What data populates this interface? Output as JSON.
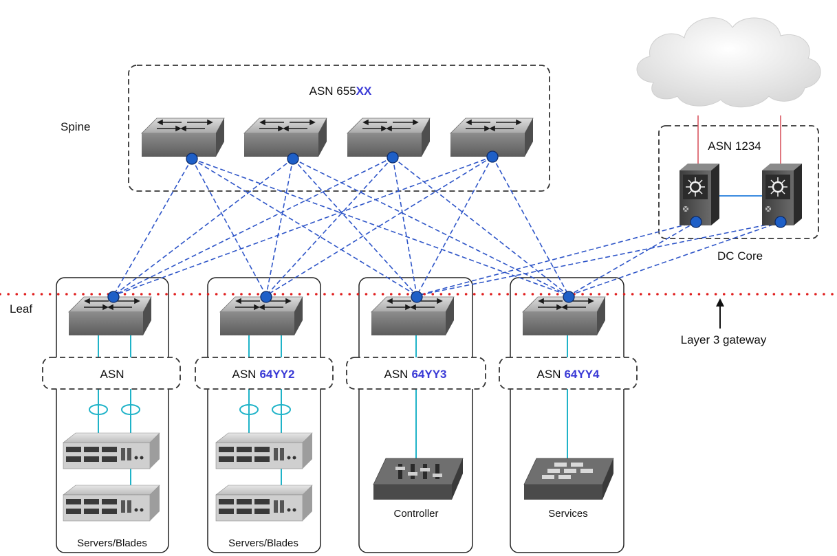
{
  "spine": {
    "label": "Spine",
    "asn_prefix": "ASN 655",
    "asn_suffix": "XX"
  },
  "leaf": {
    "label": "Leaf",
    "asn_prefix": "ASN",
    "units": [
      {
        "asn_suffix": "",
        "device_label": "Servers/Blades"
      },
      {
        "asn_suffix": "64YY2",
        "device_label": "Servers/Blades"
      },
      {
        "asn_suffix": "64YY3",
        "device_label": "Controller"
      },
      {
        "asn_suffix": "64YY4",
        "device_label": "Services"
      }
    ]
  },
  "core": {
    "asn": "ASN 1234",
    "label": "DC Core"
  },
  "gateway": {
    "label": "Layer 3 gateway"
  },
  "colors": {
    "dashed_links": "#2e55c8",
    "access_links": "#1fb3c8",
    "asn_highlight": "#3a3ad6",
    "leaf_boundary": "#e02020",
    "cloud_uplinks": "#d9555f"
  }
}
